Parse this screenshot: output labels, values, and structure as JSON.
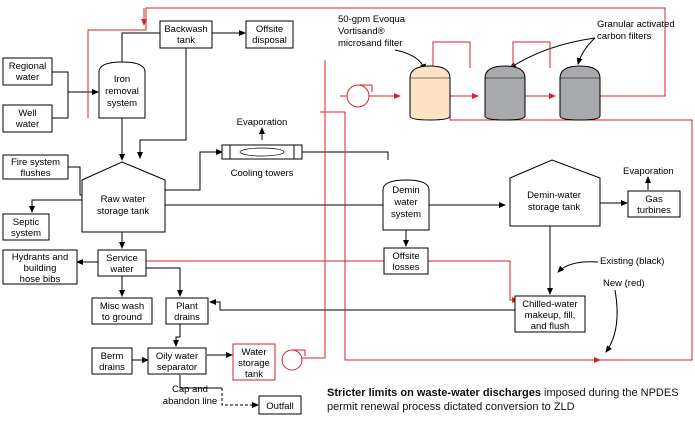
{
  "labels": {
    "regional_water": [
      "Regional",
      "water"
    ],
    "well_water": [
      "Well",
      "water"
    ],
    "backwash_tank": [
      "Backwash",
      "tank"
    ],
    "offsite_disposal": [
      "Offsite",
      "disposal"
    ],
    "iron_removal": [
      "Iron",
      "removal",
      "system"
    ],
    "evoqua_filter": [
      "50-gpm Evoqua",
      "Vortisand®",
      "microsand filter"
    ],
    "carbon_filters": [
      "Granular activated",
      "carbon filters"
    ],
    "evaporation_top": "Evaporation",
    "cooling_towers": "Cooling towers",
    "fire_system": [
      "Fire system",
      "flushes"
    ],
    "raw_water_tank": [
      "Raw water",
      "storage tank"
    ],
    "septic": [
      "Septic",
      "system"
    ],
    "demin_system": [
      "Demin",
      "water",
      "system"
    ],
    "demin_storage": [
      "Demin-water",
      "storage tank"
    ],
    "evaporation_right": "Evaporation",
    "gas_turbines": [
      "Gas",
      "turbines"
    ],
    "hydrants": [
      "Hydrants and",
      "building",
      "hose bibs"
    ],
    "service_water": [
      "Service",
      "water"
    ],
    "offsite_losses": [
      "Offsite",
      "losses"
    ],
    "legend_existing": "Existing (black)",
    "legend_new": "New (red)",
    "misc_wash": [
      "Misc wash",
      "to ground"
    ],
    "plant_drains": [
      "Plant",
      "drains"
    ],
    "chilled_water": [
      "Chilled-water",
      "makeup, fill,",
      "and flush"
    ],
    "berm_drains": [
      "Berm",
      "drains"
    ],
    "oily_separator": [
      "Oily water",
      "separator"
    ],
    "water_storage_tank": [
      "Water",
      "storage",
      "tank"
    ],
    "cap_abandon": [
      "Cap and",
      "abandon line"
    ],
    "outfall": "Outfall"
  },
  "caption": {
    "bold": "Stricter limits on waste-water discharges",
    "rest": " imposed during the NPDES permit renewal process dictated conversion to ZLD"
  },
  "colors": {
    "existing": "#000000",
    "new": "#d6232a",
    "evoqua_fill": "#fde3c3",
    "carbon_fill": "#a7a9ac"
  }
}
